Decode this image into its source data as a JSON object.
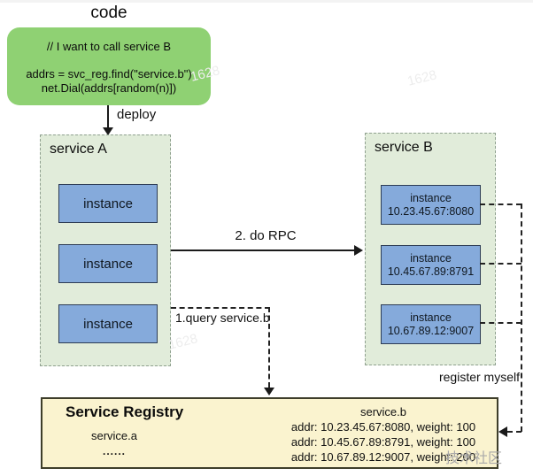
{
  "colors": {
    "code-green": "#8fd173",
    "service-bg": "#e1ecda",
    "instance-blue": "#85aadb",
    "registry-yellow": "#faf3cf",
    "arrow-black": "#1a1a1a"
  },
  "code_section": {
    "title": "code",
    "comment": "// I want to call service B",
    "code_line_1": "addrs = svc_reg.find(\"service.b\")",
    "code_line_2": "net.Dial(addrs[random(n)])",
    "deploy_label": "deploy"
  },
  "service_a": {
    "label": "service A",
    "instances": [
      "instance",
      "instance",
      "instance"
    ]
  },
  "service_b": {
    "label": "service B",
    "instances": [
      {
        "name": "instance",
        "addr": "10.23.45.67:8080"
      },
      {
        "name": "instance",
        "addr": "10.45.67.89:8791"
      },
      {
        "name": "instance",
        "addr": "10.67.89.12:9007"
      }
    ]
  },
  "arrows": {
    "rpc_label": "2. do RPC",
    "query_label": "1.query service.b",
    "register_label": "register myself"
  },
  "registry": {
    "title": "Service Registry",
    "service_a_name": "service.a",
    "ellipsis": "......",
    "service_b_name": "service.b",
    "records": [
      "addr: 10.23.45.67:8080, weight: 100",
      "addr: 10.45.67.89:8791, weight: 100",
      "addr: 10.67.89.12:9007, weight: 200"
    ]
  },
  "watermarks": {
    "diagonal": "1628",
    "community": "技术社区"
  }
}
